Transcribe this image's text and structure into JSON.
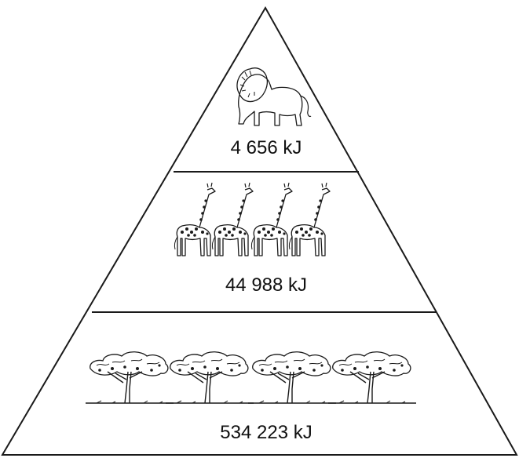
{
  "pyramid": {
    "levels": [
      {
        "id": "top",
        "organism": "lion",
        "count": 1,
        "energy": "4 656 kJ"
      },
      {
        "id": "middle",
        "organism": "giraffe",
        "count": 4,
        "energy": "44 988 kJ"
      },
      {
        "id": "bottom",
        "organism": "acacia-tree",
        "count": 4,
        "energy": "534 223 kJ"
      }
    ],
    "line_color": "#1a1a1a"
  }
}
